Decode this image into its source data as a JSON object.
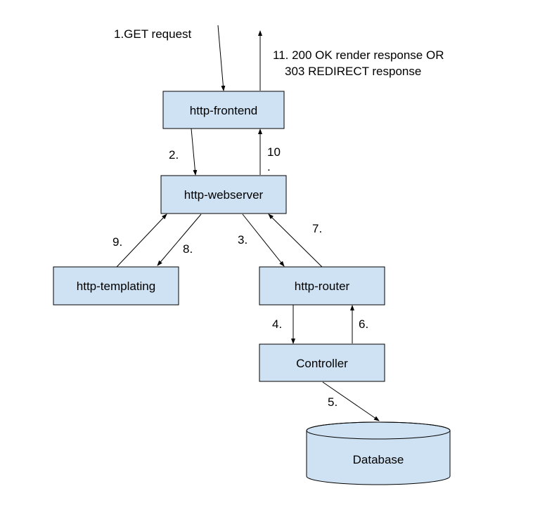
{
  "colors": {
    "node_fill": "#cfe2f3",
    "stroke": "#000000",
    "background": "#ffffff"
  },
  "nodes": {
    "frontend": "http-frontend",
    "webserver": "http-webserver",
    "templating": "http-templating",
    "router": "http-router",
    "controller": "Controller",
    "database": "Database"
  },
  "edges": {
    "step1": "1.GET request",
    "step2": "2.",
    "step3": "3.",
    "step4": "4.",
    "step5": "5.",
    "step6": "6.",
    "step7": "7.",
    "step8": "8.",
    "step9": "9.",
    "step10_line1": "10",
    "step10_line2": ".",
    "step11_line1": "11. 200 OK render response OR",
    "step11_line2": "303 REDIRECT response"
  }
}
